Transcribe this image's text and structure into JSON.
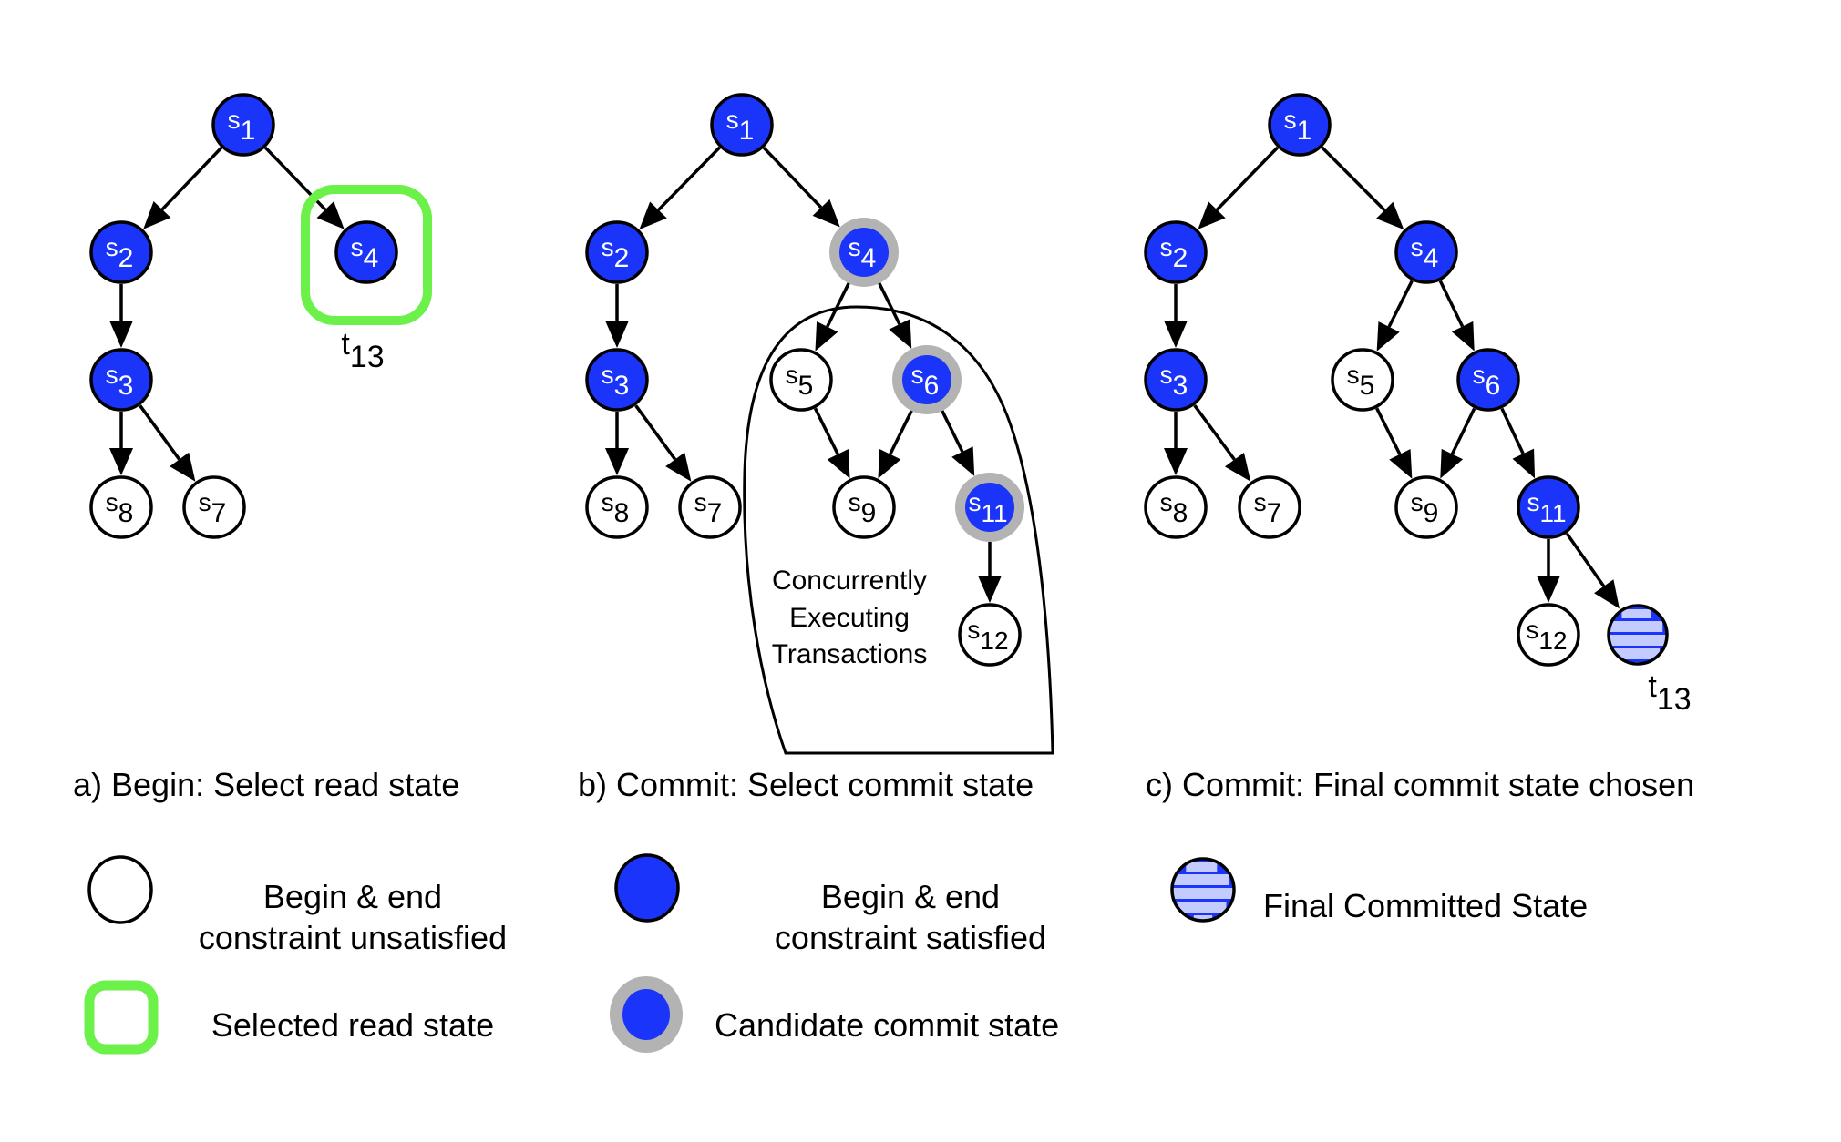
{
  "colors": {
    "satisfied_fill": "#1a34fa",
    "unsatisfied_fill": "#ffffff",
    "candidate_ring": "#b3b3b3",
    "selected_read_box": "#6cf04a",
    "final_stripe": "#c4ccff",
    "stroke": "#000000"
  },
  "panels": [
    {
      "id": "a",
      "caption": "a) Begin: Select read state",
      "nodes": [
        {
          "id": "s1",
          "base": "s",
          "sub": "1",
          "state": "satisfied"
        },
        {
          "id": "s2",
          "base": "s",
          "sub": "2",
          "state": "satisfied"
        },
        {
          "id": "s4",
          "base": "s",
          "sub": "4",
          "state": "satisfied",
          "selected_read": true
        },
        {
          "id": "s3",
          "base": "s",
          "sub": "3",
          "state": "satisfied"
        },
        {
          "id": "s8",
          "base": "s",
          "sub": "8",
          "state": "unsatisfied"
        },
        {
          "id": "s7",
          "base": "s",
          "sub": "7",
          "state": "unsatisfied"
        }
      ],
      "edges": [
        [
          "s1",
          "s2"
        ],
        [
          "s1",
          "s4"
        ],
        [
          "s2",
          "s3"
        ],
        [
          "s3",
          "s8"
        ],
        [
          "s3",
          "s7"
        ]
      ],
      "transaction_label": {
        "base": "t",
        "sub": "13",
        "near": "s4"
      }
    },
    {
      "id": "b",
      "caption": "b) Commit: Select commit state",
      "nodes": [
        {
          "id": "s1",
          "base": "s",
          "sub": "1",
          "state": "satisfied"
        },
        {
          "id": "s2",
          "base": "s",
          "sub": "2",
          "state": "satisfied"
        },
        {
          "id": "s4",
          "base": "s",
          "sub": "4",
          "state": "candidate"
        },
        {
          "id": "s3",
          "base": "s",
          "sub": "3",
          "state": "satisfied"
        },
        {
          "id": "s8",
          "base": "s",
          "sub": "8",
          "state": "unsatisfied"
        },
        {
          "id": "s7",
          "base": "s",
          "sub": "7",
          "state": "unsatisfied"
        },
        {
          "id": "s5",
          "base": "s",
          "sub": "5",
          "state": "unsatisfied"
        },
        {
          "id": "s6",
          "base": "s",
          "sub": "6",
          "state": "candidate"
        },
        {
          "id": "s9",
          "base": "s",
          "sub": "9",
          "state": "unsatisfied"
        },
        {
          "id": "s11",
          "base": "s",
          "sub": "11",
          "state": "candidate"
        },
        {
          "id": "s12",
          "base": "s",
          "sub": "12",
          "state": "unsatisfied"
        }
      ],
      "edges": [
        [
          "s1",
          "s2"
        ],
        [
          "s1",
          "s4"
        ],
        [
          "s2",
          "s3"
        ],
        [
          "s3",
          "s8"
        ],
        [
          "s3",
          "s7"
        ],
        [
          "s4",
          "s5"
        ],
        [
          "s4",
          "s6"
        ],
        [
          "s5",
          "s9"
        ],
        [
          "s6",
          "s9"
        ],
        [
          "s6",
          "s11"
        ],
        [
          "s11",
          "s12"
        ]
      ],
      "region_label": [
        "Concurrently",
        "Executing",
        "Transactions"
      ]
    },
    {
      "id": "c",
      "caption": "c) Commit: Final commit state chosen",
      "nodes": [
        {
          "id": "s1",
          "base": "s",
          "sub": "1",
          "state": "satisfied"
        },
        {
          "id": "s2",
          "base": "s",
          "sub": "2",
          "state": "satisfied"
        },
        {
          "id": "s4",
          "base": "s",
          "sub": "4",
          "state": "satisfied"
        },
        {
          "id": "s3",
          "base": "s",
          "sub": "3",
          "state": "satisfied"
        },
        {
          "id": "s8",
          "base": "s",
          "sub": "8",
          "state": "unsatisfied"
        },
        {
          "id": "s7",
          "base": "s",
          "sub": "7",
          "state": "unsatisfied"
        },
        {
          "id": "s5",
          "base": "s",
          "sub": "5",
          "state": "unsatisfied"
        },
        {
          "id": "s6",
          "base": "s",
          "sub": "6",
          "state": "satisfied"
        },
        {
          "id": "s9",
          "base": "s",
          "sub": "9",
          "state": "unsatisfied"
        },
        {
          "id": "s11",
          "base": "s",
          "sub": "11",
          "state": "satisfied"
        },
        {
          "id": "s12",
          "base": "s",
          "sub": "12",
          "state": "unsatisfied"
        },
        {
          "id": "t13",
          "base": "",
          "sub": "",
          "state": "final"
        }
      ],
      "edges": [
        [
          "s1",
          "s2"
        ],
        [
          "s1",
          "s4"
        ],
        [
          "s2",
          "s3"
        ],
        [
          "s3",
          "s8"
        ],
        [
          "s3",
          "s7"
        ],
        [
          "s4",
          "s5"
        ],
        [
          "s4",
          "s6"
        ],
        [
          "s5",
          "s9"
        ],
        [
          "s6",
          "s9"
        ],
        [
          "s6",
          "s11"
        ],
        [
          "s11",
          "s12"
        ],
        [
          "s11",
          "t13"
        ]
      ],
      "transaction_label": {
        "base": "t",
        "sub": "13",
        "near": "t13"
      }
    }
  ],
  "legend": [
    {
      "symbol": "unsatisfied",
      "lines": [
        "Begin & end",
        "constraint unsatisfied"
      ]
    },
    {
      "symbol": "satisfied",
      "lines": [
        "Begin & end",
        "constraint satisfied"
      ]
    },
    {
      "symbol": "final",
      "lines": [
        "Final Committed State"
      ]
    },
    {
      "symbol": "selected_read",
      "lines": [
        "Selected read state"
      ]
    },
    {
      "symbol": "candidate",
      "lines": [
        "Candidate commit state"
      ]
    }
  ]
}
